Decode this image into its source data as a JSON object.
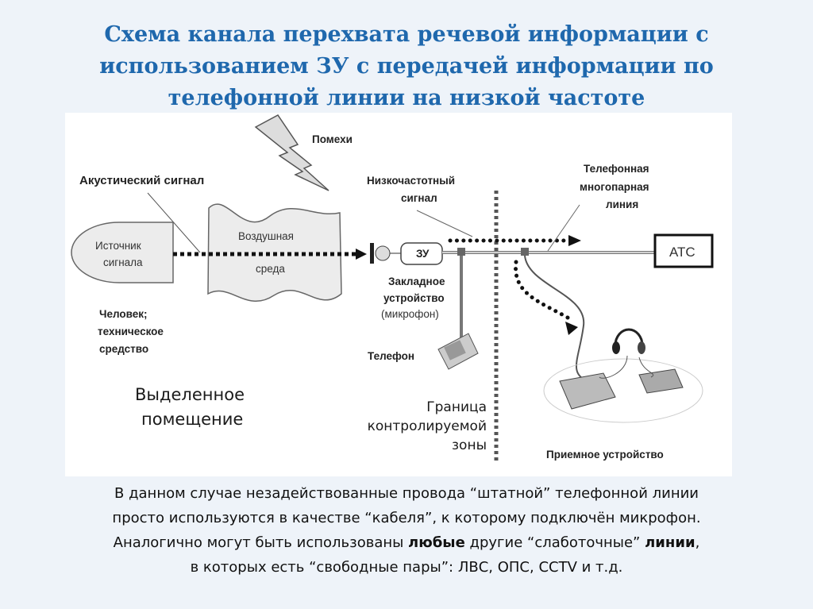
{
  "title": {
    "lines": [
      "Схема канала перехвата речевой информации с",
      "использованием ЗУ с передачей информации по",
      "телефонной линии на низкой частоте"
    ]
  },
  "diagram": {
    "noise": "Помехи",
    "acoustic_signal": "Акустический сигнал",
    "source": [
      "Источник",
      "сигнала"
    ],
    "air": [
      "Воздушная",
      "среда"
    ],
    "person": [
      "Человек;",
      "техническое",
      "средство"
    ],
    "room": [
      "Выделенное",
      "помещение"
    ],
    "lf_signal": [
      "Низкочастотный",
      "сигнал"
    ],
    "zu": "ЗУ",
    "bug": [
      "Закладное",
      "устройство",
      "(микрофон)"
    ],
    "phone": "Телефон",
    "border": [
      "Граница",
      "контролируемой",
      "зоны"
    ],
    "line": [
      "Телефонная",
      "многопарная",
      "линия"
    ],
    "ats": "АТС",
    "receiver": "Приемное устройство"
  },
  "caption": {
    "line1": "В данном случае незадействованные провода “штатной” телефонной линии",
    "line2": "просто используются в качестве “кабеля”, к которому подключён микрофон.",
    "line3_a": "Аналогично могут быть использованы ",
    "line3_b": "любые",
    "line3_c": " другие “слаботочные” ",
    "line3_d": "линии",
    "line3_e": ",",
    "line4": "в которых есть “свободные пары”: ЛВС, ОПС, CCTV и т.д."
  },
  "colors": {
    "title": "#1f68ad",
    "background": "#eef3f9"
  }
}
